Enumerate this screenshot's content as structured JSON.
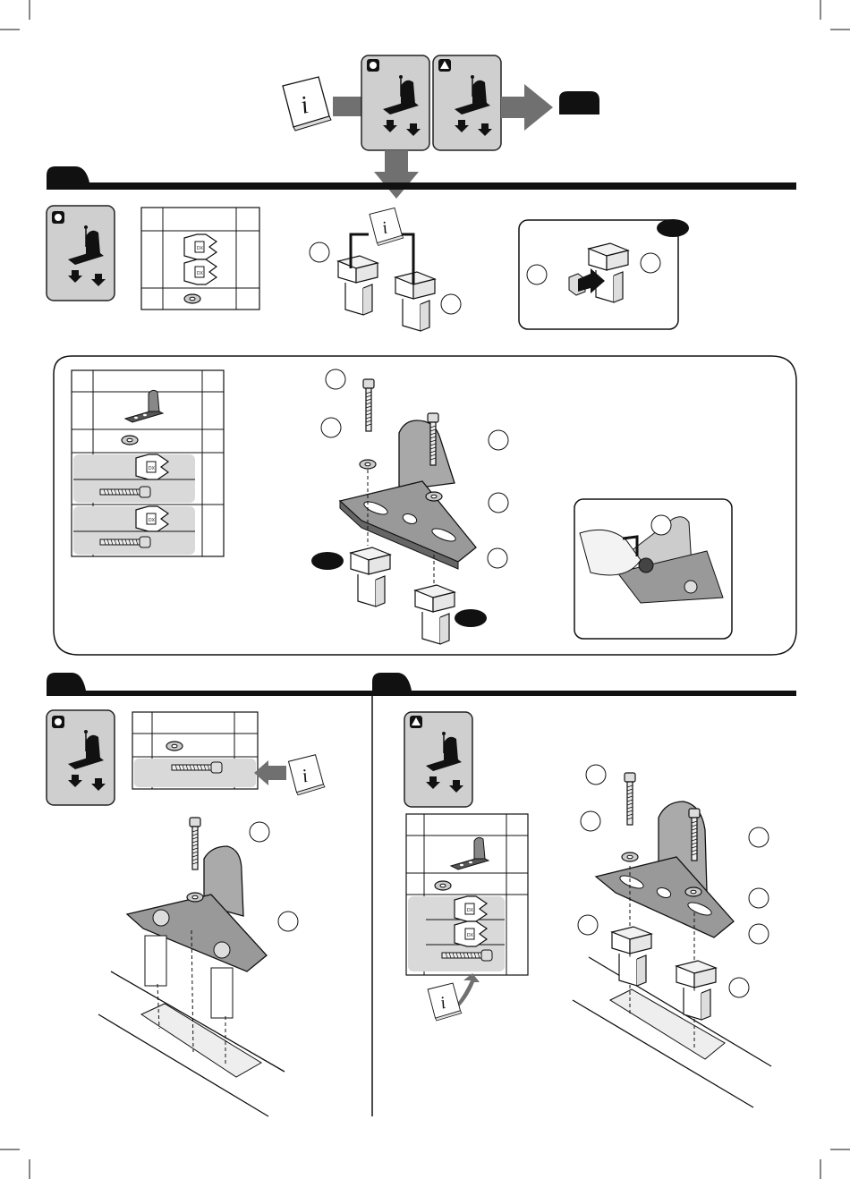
{
  "page": {
    "kind": "assembly-instructions-page",
    "text_labels": []
  },
  "flow": {
    "icons": [
      "info-manual-icon",
      "variant-circle-icon",
      "variant-triangle-icon",
      "arrow-right-icon",
      "arrow-down-icon",
      "step-badge-icon"
    ]
  },
  "sections": [
    {
      "id": "top",
      "badge_icon": "step-badge-icon",
      "parts": [
        "adapter-a-icon",
        "adapter-b-icon",
        "washer-icon"
      ]
    },
    {
      "id": "middle",
      "parts": [
        "bracket-icon",
        "washer-icon",
        "adapter-a-icon",
        "bolt-icon",
        "adapter-b-icon",
        "bolt-icon"
      ]
    },
    {
      "id": "bottom-left",
      "variant": "circle",
      "parts": [
        "washer-icon",
        "bolt-icon"
      ]
    },
    {
      "id": "bottom-right",
      "variant": "triangle",
      "parts": [
        "bracket-icon",
        "washer-icon",
        "adapter-a-icon",
        "adapter-b-icon",
        "bolt-icon"
      ]
    }
  ],
  "colors": {
    "ink": "#111111",
    "grey_band": "#d9d9d9",
    "arrow_grey": "#707070",
    "panel_stroke": "#222222"
  }
}
